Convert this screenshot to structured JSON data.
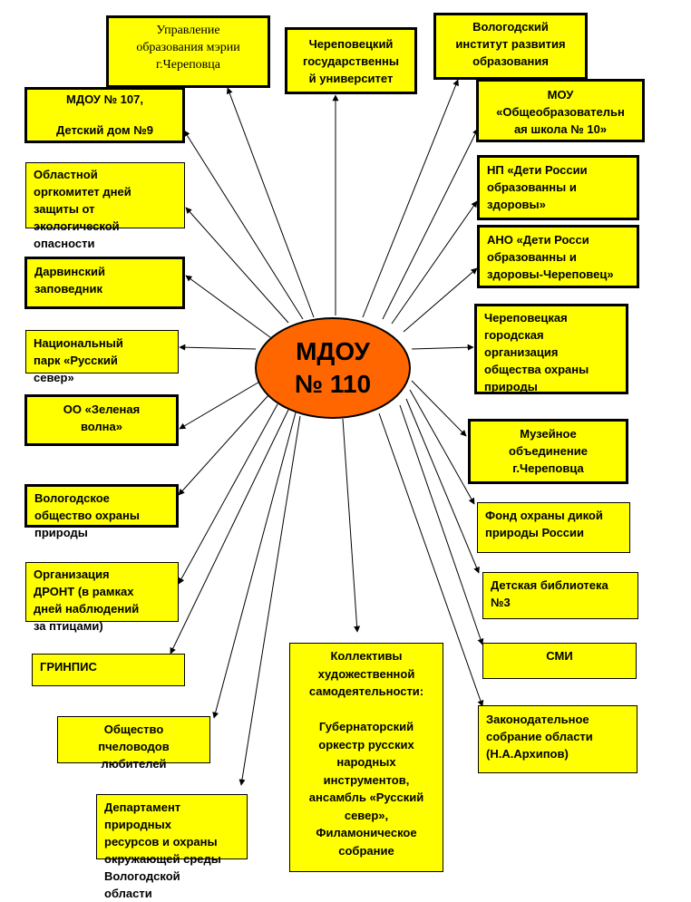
{
  "hub": {
    "label": "МДОУ\n№ 110"
  },
  "nodes": [
    {
      "id": "upravlenie",
      "label": "Управление\nобразования мэрии\nг.Череповца"
    },
    {
      "id": "chgu",
      "label": "Череповецкий\nгосударственны\nй университет"
    },
    {
      "id": "viro",
      "label": "Вологодский\nинститут развития\nобразования"
    },
    {
      "id": "mdou107",
      "label": "МДОУ № 107,\n\nДетский дом №9"
    },
    {
      "id": "mou10",
      "label": "МОУ\n«Общеобразовательн\nая школа № 10»"
    },
    {
      "id": "orgkomitet",
      "label": "Областной\nоргкомитет  дней\nзащиты от\nэкологической\nопасности"
    },
    {
      "id": "np-deti",
      "label": "НП «Дети России\nобразованны и\nздоровы»"
    },
    {
      "id": "ano-deti",
      "label": "АНО «Дети Росси\nобразованны и\nздоровы-Череповец»"
    },
    {
      "id": "darvin",
      "label": "Дарвинский\nзаповедник"
    },
    {
      "id": "chgoop",
      "label": "Череповецкая\nгородская\nорганизация\nобщества охраны\nприроды"
    },
    {
      "id": "park",
      "label": "Национальный\nпарк «Русский\nсевер»"
    },
    {
      "id": "zelvolna",
      "label": "ОО «Зеленая\nволна»"
    },
    {
      "id": "muzey",
      "label": "Музейное\nобъединение\nг.Череповца"
    },
    {
      "id": "voop",
      "label": "Вологодское\nобщество охраны\nприроды"
    },
    {
      "id": "fond",
      "label": "Фонд охраны дикой\nприроды России"
    },
    {
      "id": "dront",
      "label": "Организация\nДРОНТ (в рамках\nдней наблюдений\nза птицами)"
    },
    {
      "id": "biblioteka",
      "label": "Детская библиотека\n№3"
    },
    {
      "id": "greenpeace",
      "label": "ГРИНПИС"
    },
    {
      "id": "kollektivy",
      "label": "Коллективы\nхудожественной\nсамодеятельности:\n\nГубернаторский\nоркестр русских\nнародных\nинструментов,\nансамбль «Русский\nсевер»,\nФиламоническое\nсобрание"
    },
    {
      "id": "smi",
      "label": "СМИ"
    },
    {
      "id": "pchelovody",
      "label": "Общество\nпчеловодов\nлюбителей"
    },
    {
      "id": "zaksobranie",
      "label": "Законодательное\nсобрание области\n(Н.А.Архипов)"
    },
    {
      "id": "departament",
      "label": "Департамент\nприродных\nресурсов и охраны\nокружающей среды\nВологодской\nобласти"
    }
  ]
}
